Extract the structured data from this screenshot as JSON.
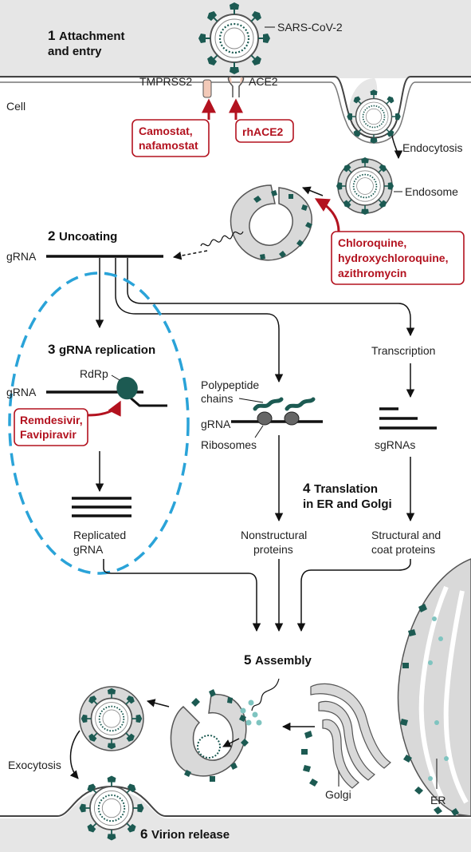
{
  "labels": {
    "sars": "SARS-CoV-2",
    "cell": "Cell",
    "tmprss2": "TMPRSS2",
    "ace2": "ACE2",
    "endocytosis": "Endocytosis",
    "endosome": "Endosome",
    "grna_top": "gRNA",
    "grna_repl": "gRNA",
    "rdrp": "RdRp",
    "replicated_1": "Replicated",
    "replicated_2": "gRNA",
    "polypeptide_1": "Polypeptide",
    "polypeptide_2": "chains",
    "grna_transl": "gRNA",
    "ribosomes": "Ribosomes",
    "nonstruct_1": "Nonstructural",
    "nonstruct_2": "proteins",
    "transcription": "Transcription",
    "sgrnas": "sgRNAs",
    "struct_1": "Structural and",
    "struct_2": "coat proteins",
    "exocytosis": "Exocytosis",
    "golgi": "Golgi",
    "er": "ER"
  },
  "steps": {
    "s1_num": "1",
    "s1_line1": "Attachment",
    "s1_line2": "and entry",
    "s2_num": "2",
    "s2_text": "Uncoating",
    "s3_num": "3",
    "s3_text": "gRNA replication",
    "s4_num": "4",
    "s4_line1": "Translation",
    "s4_line2": "in ER and Golgi",
    "s5_num": "5",
    "s5_text": "Assembly",
    "s6_num": "6",
    "s6_text": "Virion release"
  },
  "drugs": {
    "camostat_1": "Camostat,",
    "camostat_2": "nafamostat",
    "rhace2": "rhACE2",
    "chloro_1": "Chloroquine,",
    "chloro_2": "hydroxychloroquine,",
    "chloro_3": "azithromycin",
    "remdes_1": "Remdesivir,",
    "remdes_2": "Favipiravir"
  },
  "colors": {
    "drug_red": "#b3121f",
    "spike_teal": "#1c5a52",
    "dashed_blue": "#2aa3d8",
    "membrane_gray": "#d9d9d9"
  }
}
